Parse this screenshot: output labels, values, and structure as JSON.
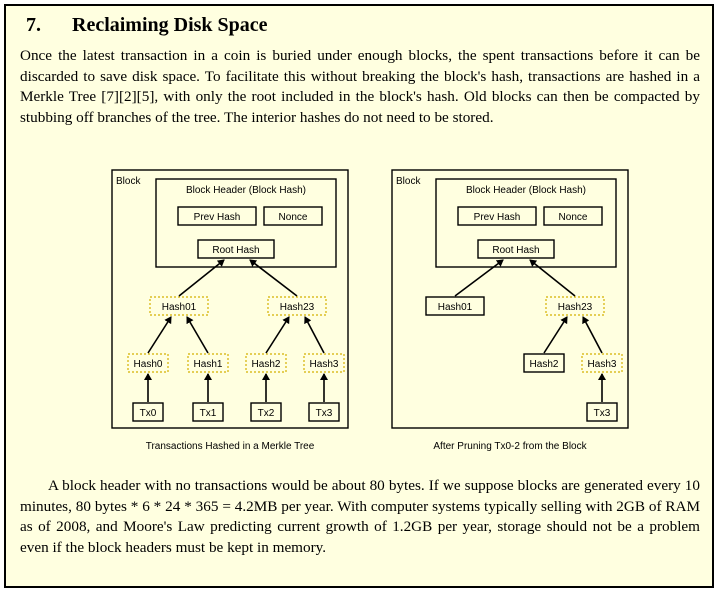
{
  "section": {
    "number": "7.",
    "title": "Reclaiming Disk Space"
  },
  "paragraphs": {
    "intro": "Once the latest transaction in a coin is buried under enough blocks, the spent transactions before it can be discarded to save disk space. To facilitate this without breaking the block's hash, transactions are hashed in a Merkle Tree [7][2][5], with only the root included in the block's hash. Old blocks can then be compacted by stubbing off branches of the tree. The interior hashes do not need to be stored.",
    "closing": "A block header with no transactions would be about 80 bytes. If we suppose blocks are generated every 10 minutes, 80 bytes * 6 * 24 * 365 = 4.2MB per year. With computer systems typically selling with 2GB of RAM as of 2008, and Moore's Law predicting current growth of 1.2GB per year, storage should not be a problem even if the block headers must be kept in memory."
  },
  "left_diagram": {
    "block_label": "Block",
    "header_label": "Block Header (Block Hash)",
    "prev_hash": "Prev Hash",
    "nonce": "Nonce",
    "root_hash": "Root Hash",
    "hash01": "Hash01",
    "hash23": "Hash23",
    "hash0": "Hash0",
    "hash1": "Hash1",
    "hash2": "Hash2",
    "hash3": "Hash3",
    "tx0": "Tx0",
    "tx1": "Tx1",
    "tx2": "Tx2",
    "tx3": "Tx3",
    "caption": "Transactions Hashed in a Merkle Tree"
  },
  "right_diagram": {
    "block_label": "Block",
    "header_label": "Block Header (Block Hash)",
    "prev_hash": "Prev Hash",
    "nonce": "Nonce",
    "root_hash": "Root Hash",
    "hash01": "Hash01",
    "hash23": "Hash23",
    "hash2": "Hash2",
    "hash3": "Hash3",
    "tx3": "Tx3",
    "caption": "After Pruning Tx0-2 from the Block"
  },
  "colors": {
    "page_background": "#ffffe0",
    "dashed_box_border": "#d4b000",
    "text": "#000000"
  }
}
